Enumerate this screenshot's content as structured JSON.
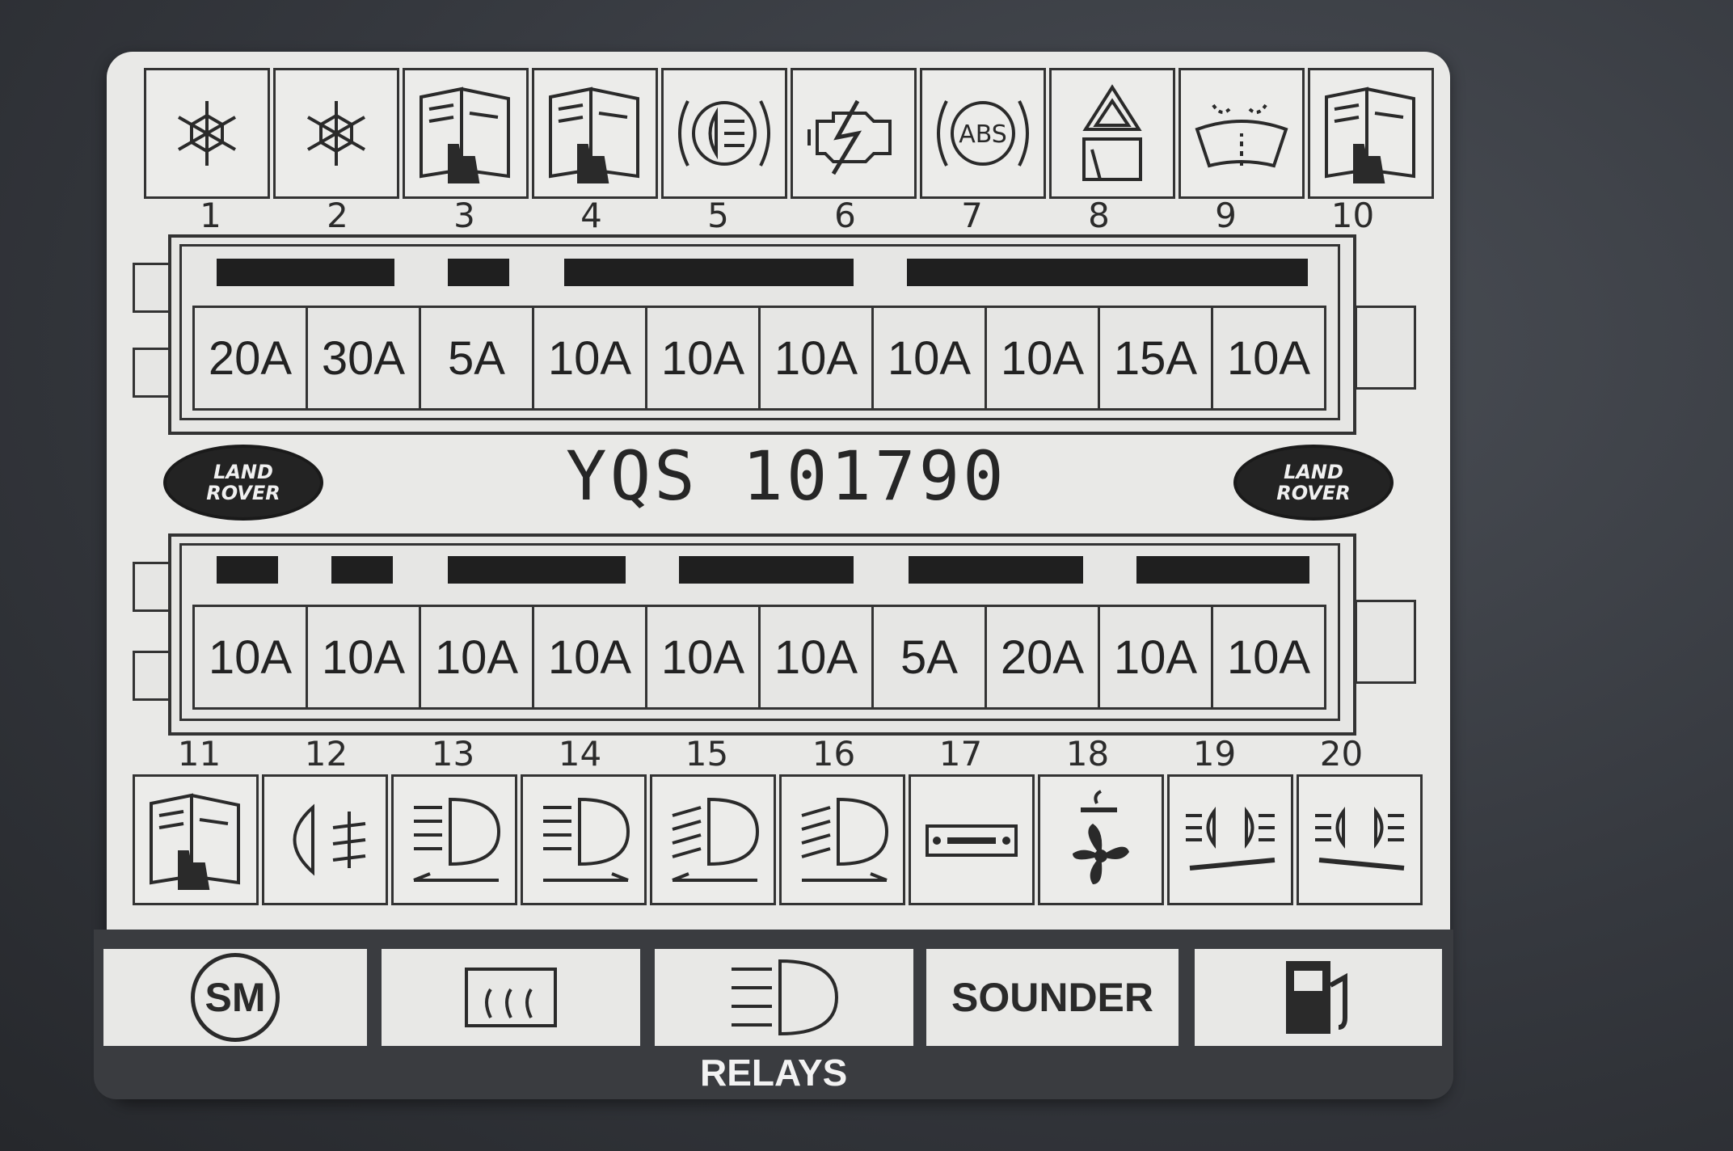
{
  "top_row": {
    "numbers": [
      "1",
      "2",
      "3",
      "4",
      "5",
      "6",
      "7",
      "8",
      "9",
      "10"
    ],
    "icons": [
      "snowflake-icon",
      "snowflake-icon",
      "manual-icon",
      "manual-icon",
      "fog-lamp-icon",
      "engine-icon",
      "abs-icon",
      "hazard-washer-icon",
      "wiper-icon",
      "manual-icon"
    ],
    "fuses": [
      "20A",
      "30A",
      "5A",
      "10A",
      "10A",
      "10A",
      "10A",
      "10A",
      "15A",
      "10A"
    ]
  },
  "part_number": "YQS 101790",
  "logo": {
    "line1": "LAND",
    "line2": "ROVER"
  },
  "bottom_row": {
    "numbers": [
      "11",
      "12",
      "13",
      "14",
      "15",
      "16",
      "17",
      "18",
      "19",
      "20"
    ],
    "icons": [
      "manual-icon",
      "sidelight-icon",
      "headlamp-left-icon",
      "headlamp-right-icon",
      "headlamp-dip-left-icon",
      "headlamp-dip-right-icon",
      "radio-icon",
      "smoke-fan-icon",
      "front-fog-right-icon",
      "front-fog-left-icon"
    ],
    "fuses": [
      "10A",
      "10A",
      "10A",
      "10A",
      "10A",
      "10A",
      "5A",
      "20A",
      "10A",
      "10A"
    ]
  },
  "relays": {
    "items": [
      "SM",
      "rear-defrost-icon",
      "headlamp-icon",
      "SOUNDER",
      "fuel-pump-icon"
    ],
    "label": "RELAYS"
  }
}
